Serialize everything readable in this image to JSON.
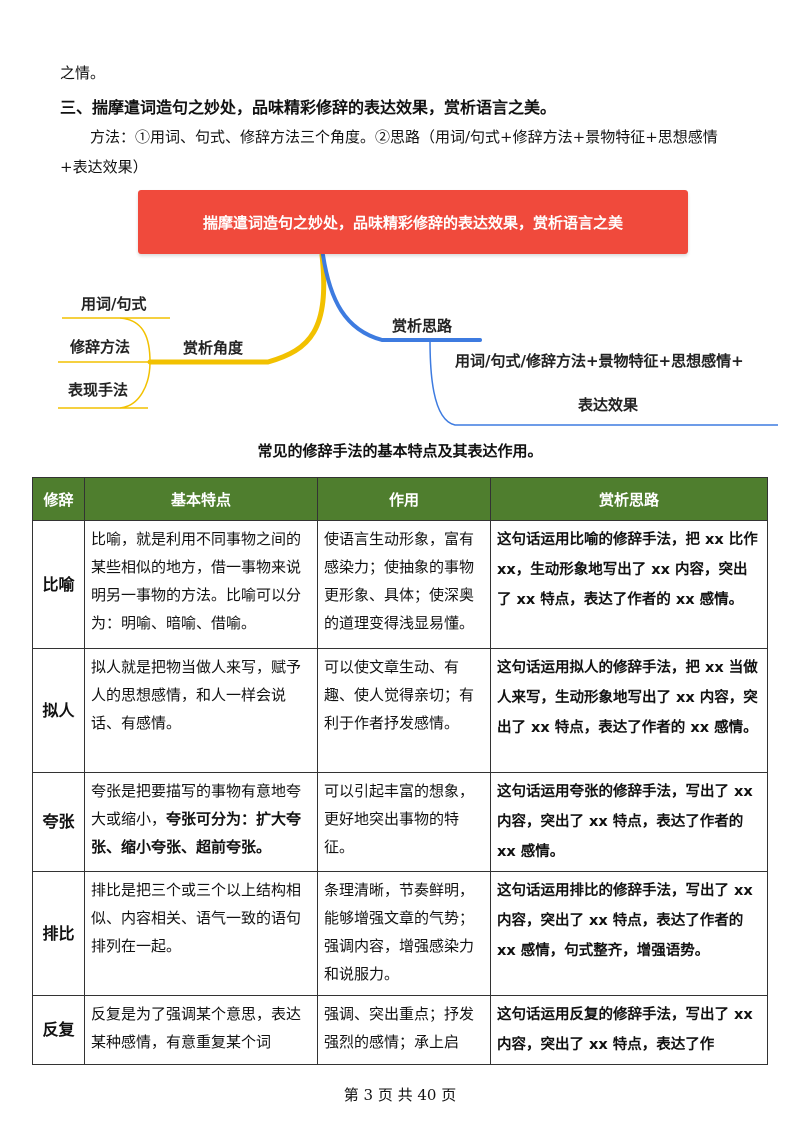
{
  "top_fragment": "之情。",
  "section_heading": "三、揣摩遣词造句之妙处，品味精彩修辞的表达效果，赏析语言之美。",
  "method_line1": "方法：①用词、句式、修辞方法三个角度。②思路（用词/句式+修辞方法+景物特征+思想感情",
  "method_line2": "+表达效果）",
  "mindmap": {
    "title": "揣摩遣词造句之妙处，品味精彩修辞的表达效果，赏析语言之美",
    "left_branch": "赏析角度",
    "left_items": [
      "用词/句式",
      "修辞方法",
      "表现手法"
    ],
    "right_branch": "赏析思路",
    "right_text_line1": "用词/句式/修辞方法+景物特征+思想感情+",
    "right_text_line2": "表达效果",
    "colors": {
      "title_bg": "#f04a3c",
      "left_branch": "#f2c100",
      "right_branch": "#3d7be0"
    }
  },
  "table_caption": "常见的修辞手法的基本特点及其表达作用。",
  "table": {
    "headers": [
      "修辞",
      "基本特点",
      "作用",
      "赏析思路"
    ],
    "header_bg": "#4f7e2e",
    "rows": [
      {
        "name": "比喻",
        "feature": "比喻，就是利用不同事物之间的某些相似的地方，借一事物来说明另一事物的方法。比喻可以分为：明喻、暗喻、借喻。",
        "feature_bold": "",
        "effect": "使语言生动形象，富有感染力；使抽象的事物更形象、具体；使深奥的道理变得浅显易懂。",
        "analysis": "这句话运用比喻的修辞手法，把 xx 比作 xx，生动形象地写出了 xx 内容，突出了 xx 特点，表达了作者的 xx 感情。"
      },
      {
        "name": "拟人",
        "feature": "拟人就是把物当做人来写，赋予人的思想感情，和人一样会说话、有感情。",
        "feature_bold": "",
        "effect": "可以使文章生动、有趣、使人觉得亲切；有利于作者抒发感情。",
        "analysis": "这句话运用拟人的修辞手法，把 xx 当做人来写，生动形象地写出了 xx 内容，突出了 xx 特点，表达了作者的 xx 感情。"
      },
      {
        "name": "夸张",
        "feature": "夸张是把要描写的事物有意地夸大或缩小，",
        "feature_bold": "夸张可分为：扩大夸张、缩小夸张、超前夸张。",
        "effect": "可以引起丰富的想象，更好地突出事物的特征。",
        "analysis": "这句话运用夸张的修辞手法，写出了 xx 内容，突出了 xx 特点，表达了作者的 xx 感情。"
      },
      {
        "name": "排比",
        "feature": "排比是把三个或三个以上结构相似、内容相关、语气一致的语句排列在一起。",
        "feature_bold": "",
        "effect": "条理清晰，节奏鲜明，能够增强文章的气势；强调内容，增强感染力和说服力。",
        "analysis": "这句话运用排比的修辞手法，写出了 xx 内容，突出了 xx 特点，表达了作者的 xx 感情，句式整齐，增强语势。"
      },
      {
        "name": "反复",
        "feature": "反复是为了强调某个意思，表达某种感情，有意重复某个词",
        "feature_bold": "",
        "effect": "强调、突出重点；抒发强烈的感情；承上启",
        "analysis": "这句话运用反复的修辞手法，写出了 xx 内容，突出了 xx 特点，表达了作"
      }
    ]
  },
  "footer": "第 3 页 共 40 页"
}
